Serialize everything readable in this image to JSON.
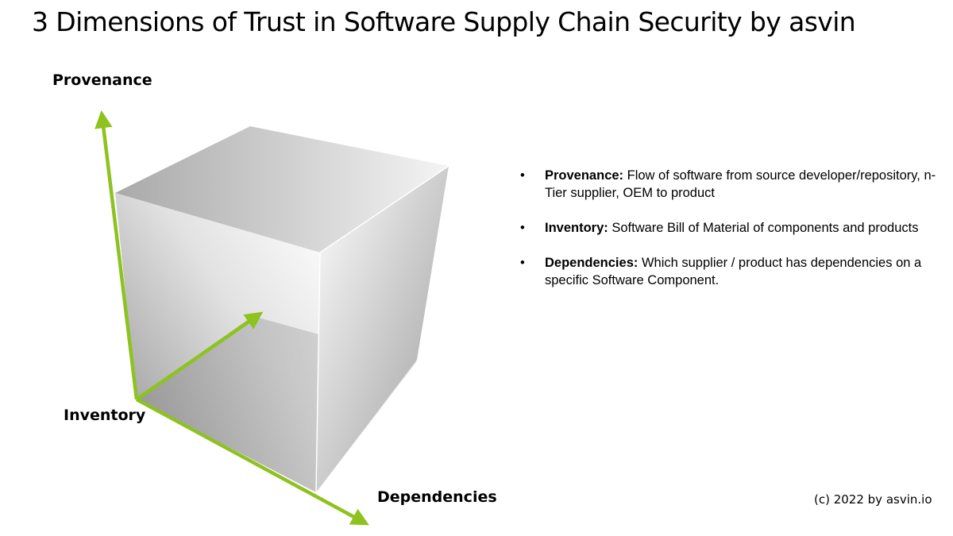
{
  "title": "3 Dimensions of Trust in Software Supply Chain Security by asvin",
  "diagram": {
    "axes": {
      "provenance": "Provenance",
      "inventory": "Inventory",
      "dependencies": "Dependencies"
    },
    "arrow_color": "#8dc21f"
  },
  "bullets": [
    {
      "term": "Provenance:",
      "text": " Flow of software from source developer/repository, n-Tier supplier, OEM to product"
    },
    {
      "term": "Inventory:",
      "text": " Software Bill of Material of components and products"
    },
    {
      "term": "Dependencies:",
      "text": " Which supplier / product has dependencies on a specific Software Component."
    }
  ],
  "copyright": "(c) 2022 by asvin.io"
}
